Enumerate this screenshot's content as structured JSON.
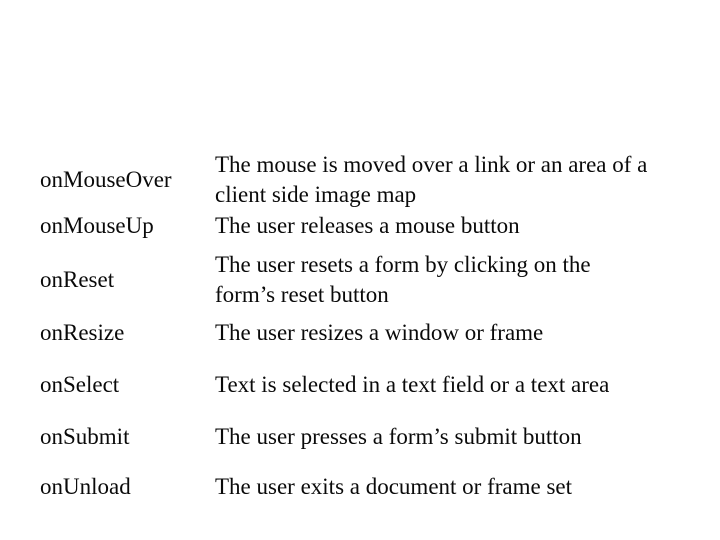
{
  "page": {
    "background_color": "#ffffff",
    "text_color": "#0a0a0a"
  },
  "table": {
    "rows": [
      {
        "event": "onMouseOver",
        "desc": [
          "The mouse is moved over a link or an area of a",
          "client side image map"
        ]
      },
      {
        "event": "onMouseUp",
        "desc": [
          "The user releases a mouse button"
        ]
      },
      {
        "event": "onReset",
        "desc": [
          "The user resets a form by clicking on the",
          "form’s reset button"
        ]
      },
      {
        "event": "onResize",
        "desc": [
          "The user resizes a window or frame"
        ]
      },
      {
        "event": "onSelect",
        "desc": [
          "Text is selected in a text field or a text area"
        ]
      },
      {
        "event": "onSubmit",
        "desc": [
          "The user presses a form’s submit button"
        ]
      },
      {
        "event": "onUnload",
        "desc": [
          "The user exits a document or frame set"
        ]
      }
    ]
  }
}
